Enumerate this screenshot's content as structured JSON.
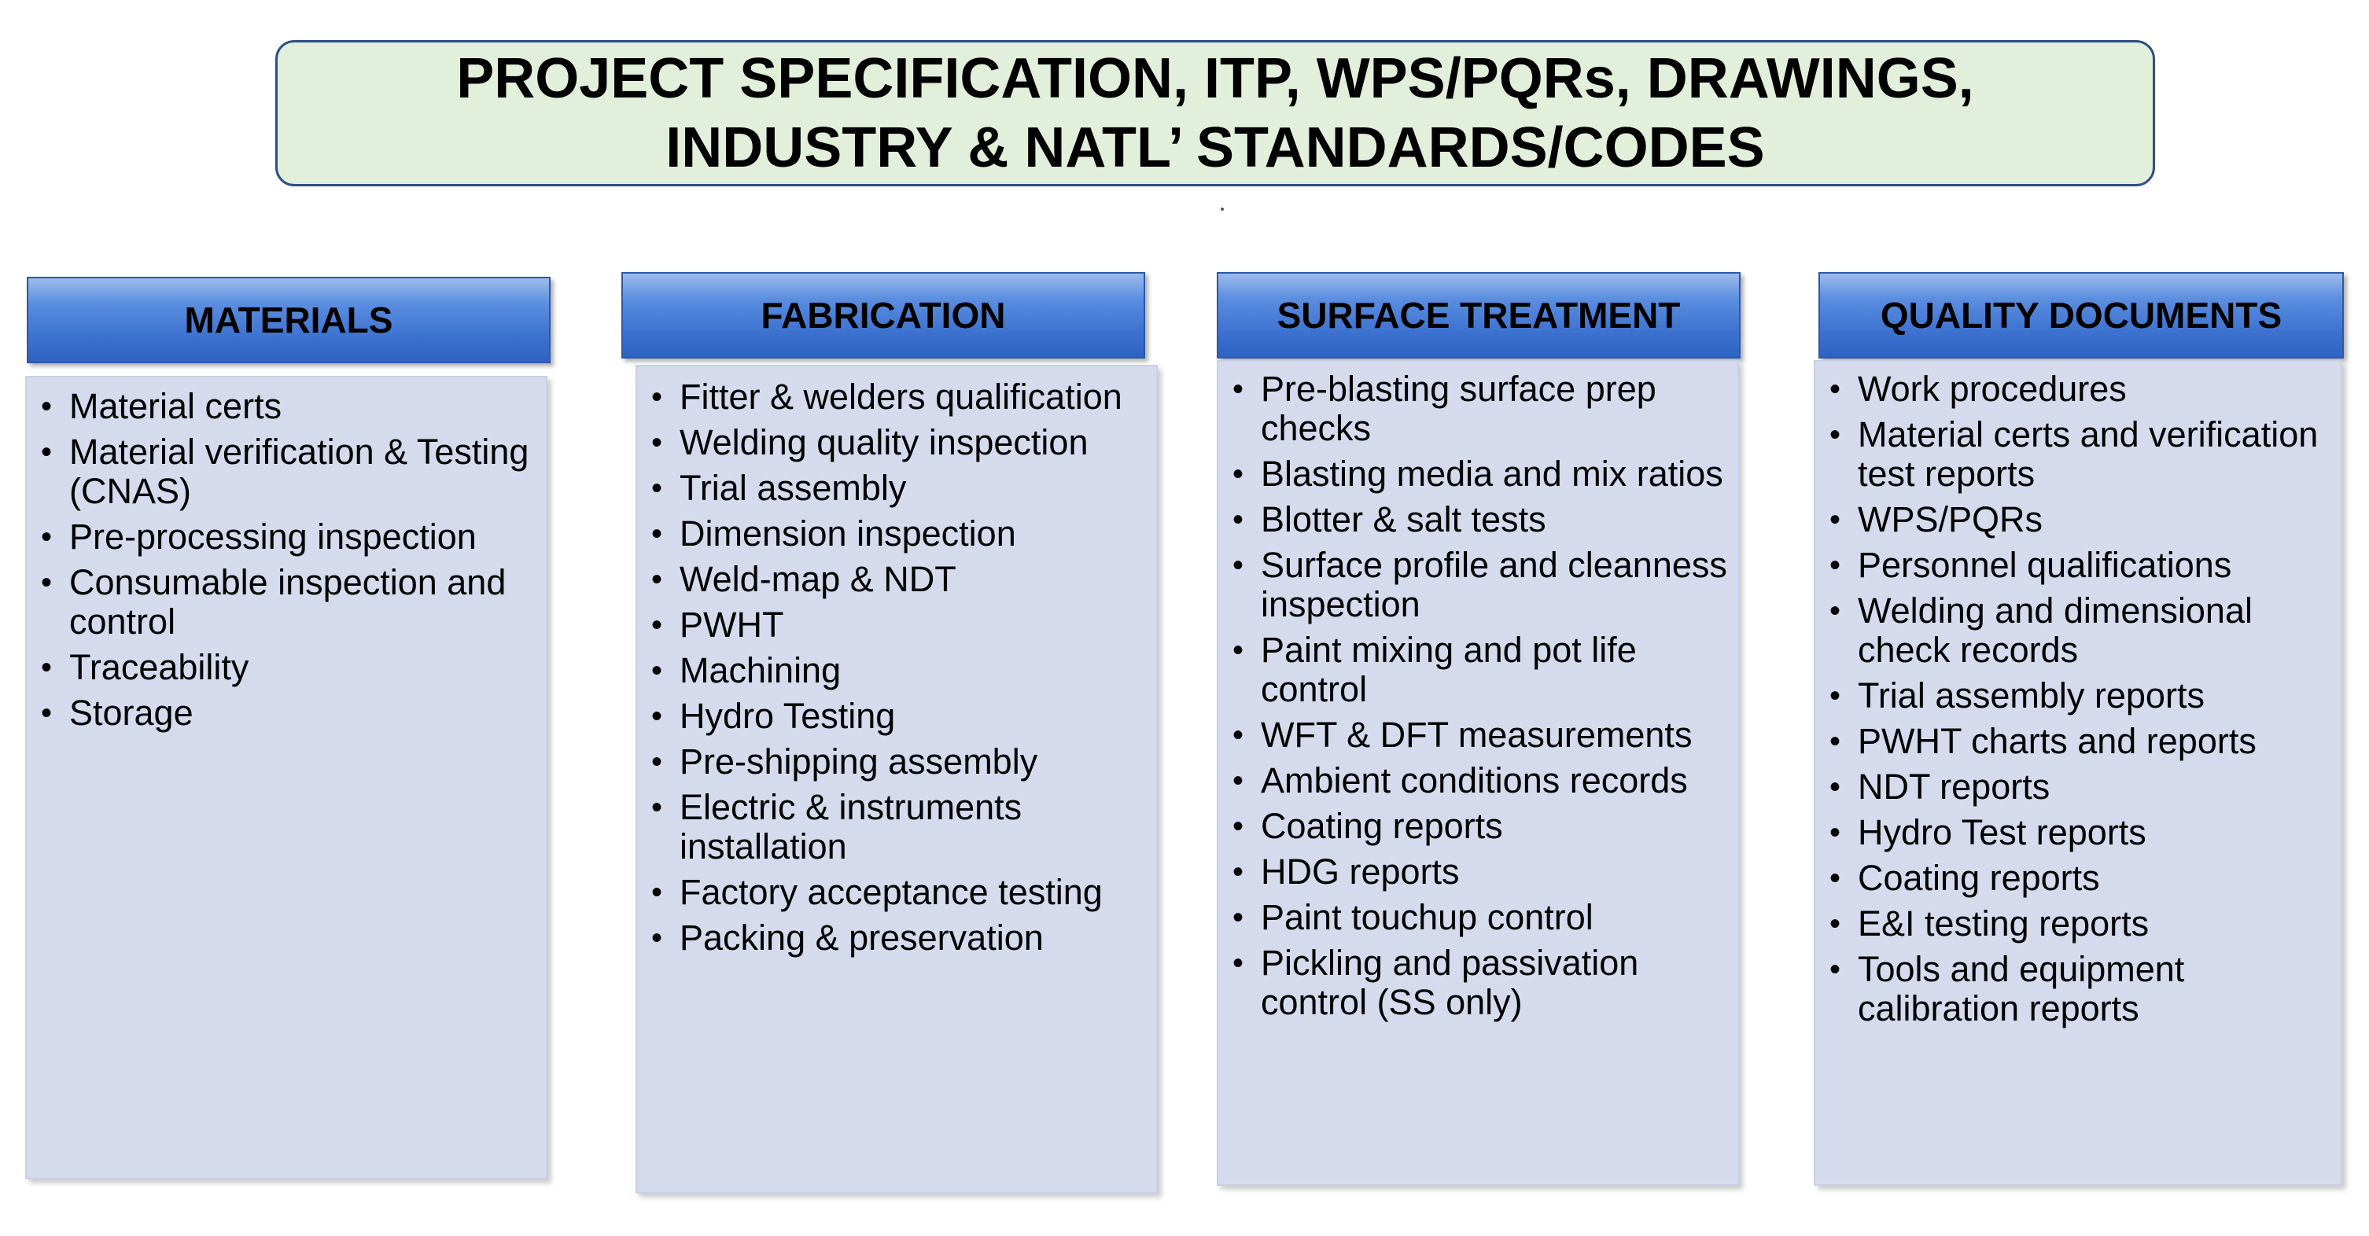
{
  "title": {
    "line1": "PROJECT SPECIFICATION, ITP, WPS/PQRs, DRAWINGS,",
    "line2": "INDUSTRY & NATL’ STANDARDS/CODES"
  },
  "columns": [
    {
      "header": "MATERIALS",
      "items": [
        "Material certs",
        "Material verification & Testing (CNAS)",
        "Pre-processing inspection",
        "Consumable inspection and control",
        "Traceability",
        "Storage"
      ]
    },
    {
      "header": "FABRICATION",
      "items": [
        "Fitter & welders qualification",
        "Welding quality inspection",
        "Trial assembly",
        "Dimension inspection",
        "Weld-map & NDT",
        "PWHT",
        "Machining",
        "Hydro Testing",
        "Pre-shipping assembly",
        "Electric & instruments installation",
        "Factory acceptance testing",
        "Packing & preservation"
      ]
    },
    {
      "header": "SURFACE TREATMENT",
      "items": [
        "Pre-blasting surface prep checks",
        "Blasting media and mix ratios",
        "Blotter & salt tests",
        "Surface profile and cleanness inspection",
        "Paint mixing and pot life control",
        "WFT & DFT measurements",
        "Ambient conditions records",
        "Coating reports",
        "HDG reports",
        "Paint touchup control",
        "Pickling and passivation control (SS only)"
      ]
    },
    {
      "header": "QUALITY DOCUMENTS",
      "items": [
        "Work procedures",
        "Material certs and verification test reports",
        "WPS/PQRs",
        "Personnel qualifications",
        "Welding and dimensional check records",
        "Trial assembly reports",
        "PWHT charts and reports",
        "NDT reports",
        "Hydro Test reports",
        "Coating reports",
        "E&I testing reports",
        "Tools and equipment calibration reports"
      ]
    }
  ],
  "bullet_glyph": "•"
}
